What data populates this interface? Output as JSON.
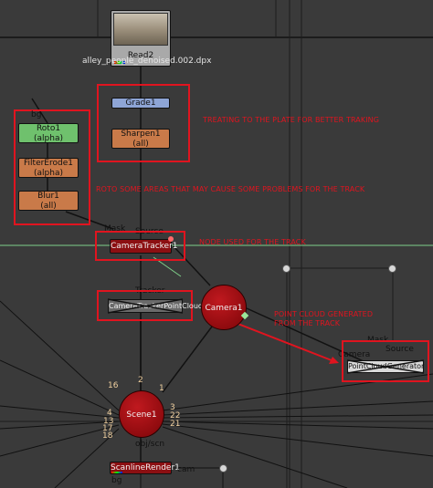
{
  "nodes": {
    "read2": {
      "title": "Read2",
      "filename": "alley_people_denoised.002.dpx"
    },
    "grade1": {
      "label": "Grade1"
    },
    "sharpen1": {
      "label": "Sharpen1",
      "sub": "(all)"
    },
    "roto1": {
      "label": "Roto1",
      "sub": "(alpha)"
    },
    "filtererode1": {
      "label": "FilterErode1",
      "sub": "(alpha)"
    },
    "blur1": {
      "label": "Blur1",
      "sub": "(all)"
    },
    "cameratracker1": {
      "label": "CameraTracker1"
    },
    "pointcloud1": {
      "label": "CameraTrackerPointCloud1"
    },
    "camera1": {
      "label": "Camera1"
    },
    "pointcloudgen": {
      "label": "PointCloudGenerator"
    },
    "scene1": {
      "label": "Scene1"
    },
    "scanlinerender1": {
      "label": "ScanlineRender1"
    }
  },
  "pins": {
    "bg": "bg",
    "mask": "Mask",
    "source": "Source",
    "tracker": "Tracker",
    "camera": "Camera",
    "mask2": "Mask",
    "source2": "Source",
    "objscn": "obj/scn",
    "cam": "cam",
    "bg2": "bg"
  },
  "numbers": {
    "n16": "16",
    "n2": "2",
    "n1": "1",
    "n3": "3",
    "n4": "4",
    "n13": "13",
    "n17": "17",
    "n18": "18",
    "n22": "22",
    "n21": "21"
  },
  "notes": {
    "treating": "TREATING TO THE PLATE FOR BETTER TRAKING",
    "roto": "ROTO SOME AREAS THAT MAY CAUSE SOME PROBLEMS FOR THE TRACK",
    "node_used": "NODE USED FOR THE TRACK",
    "pointcloud_line1": "POINT CLOUD GENERATED",
    "pointcloud_line2": "FROM THE TRACK"
  },
  "colors": {
    "background": "#3a3a3a",
    "annotation_red": "#e0141f",
    "grade": "#8ea5d6",
    "sharpen": "#c97a49",
    "roto": "#6fc16d",
    "circle_node": "#a8121a",
    "wire_green": "#7fd08a"
  }
}
